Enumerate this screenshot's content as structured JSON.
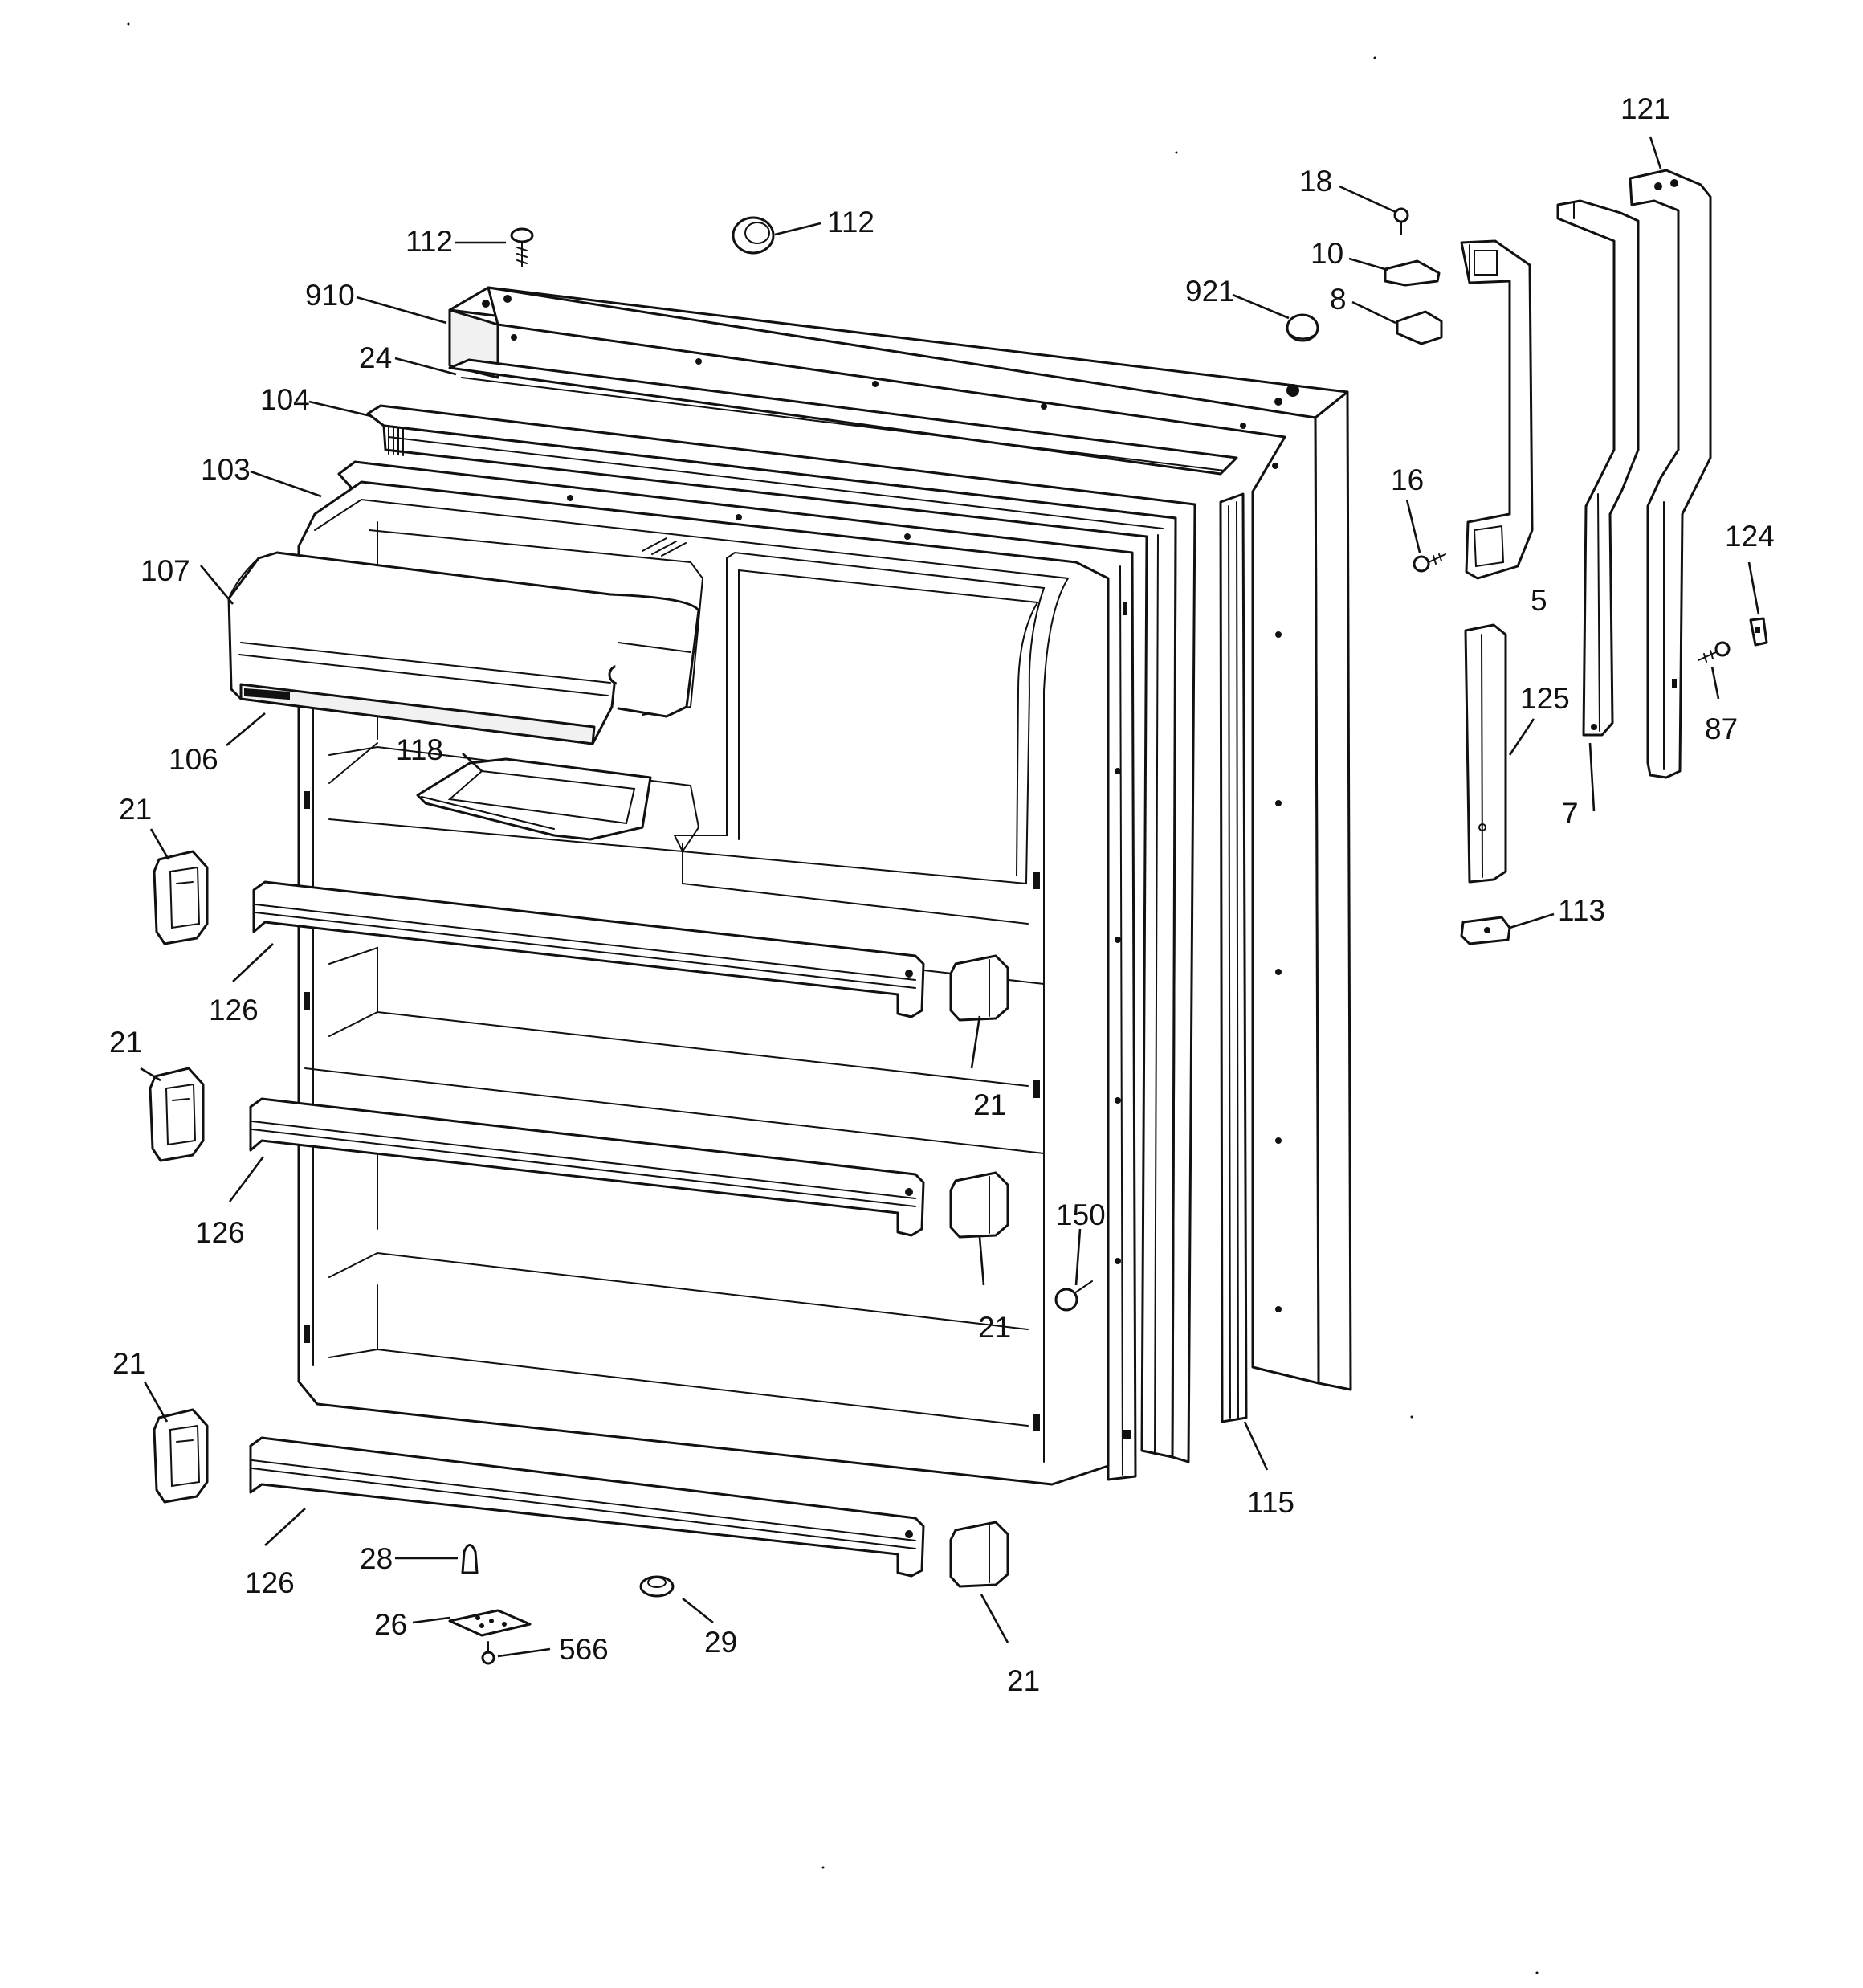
{
  "diagram": {
    "type": "exploded-parts-view",
    "colors": {
      "line": "#111111",
      "paper": "#ffffff",
      "shade": "#f1f1f1"
    },
    "callouts": [
      {
        "id": "c-112-screw",
        "number": "112"
      },
      {
        "id": "c-112-plug",
        "number": "112"
      },
      {
        "id": "c-910",
        "number": "910"
      },
      {
        "id": "c-24",
        "number": "24"
      },
      {
        "id": "c-104",
        "number": "104"
      },
      {
        "id": "c-103",
        "number": "103"
      },
      {
        "id": "c-107",
        "number": "107"
      },
      {
        "id": "c-106",
        "number": "106"
      },
      {
        "id": "c-118",
        "number": "118"
      },
      {
        "id": "c-21-a",
        "number": "21"
      },
      {
        "id": "c-126-a",
        "number": "126"
      },
      {
        "id": "c-21-b",
        "number": "21"
      },
      {
        "id": "c-21-c",
        "number": "21"
      },
      {
        "id": "c-126-b",
        "number": "126"
      },
      {
        "id": "c-21-d",
        "number": "21"
      },
      {
        "id": "c-150",
        "number": "150"
      },
      {
        "id": "c-21-e",
        "number": "21"
      },
      {
        "id": "c-126-c",
        "number": "126"
      },
      {
        "id": "c-28",
        "number": "28"
      },
      {
        "id": "c-26",
        "number": "26"
      },
      {
        "id": "c-566",
        "number": "566"
      },
      {
        "id": "c-29",
        "number": "29"
      },
      {
        "id": "c-21-f",
        "number": "21"
      },
      {
        "id": "c-115",
        "number": "115"
      },
      {
        "id": "c-18",
        "number": "18"
      },
      {
        "id": "c-10",
        "number": "10"
      },
      {
        "id": "c-921",
        "number": "921"
      },
      {
        "id": "c-8",
        "number": "8"
      },
      {
        "id": "c-121",
        "number": "121"
      },
      {
        "id": "c-16",
        "number": "16"
      },
      {
        "id": "c-5",
        "number": "5"
      },
      {
        "id": "c-124",
        "number": "124"
      },
      {
        "id": "c-125",
        "number": "125"
      },
      {
        "id": "c-87",
        "number": "87"
      },
      {
        "id": "c-7",
        "number": "7"
      },
      {
        "id": "c-113",
        "number": "113"
      }
    ]
  }
}
